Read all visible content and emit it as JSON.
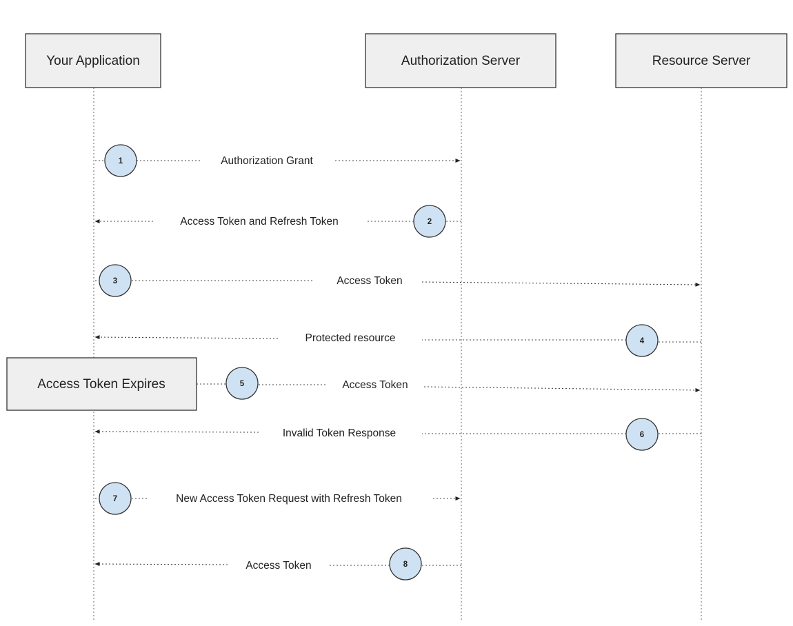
{
  "participants": {
    "app": "Your Application",
    "auth": "Authorization Server",
    "resource": "Resource Server"
  },
  "note": "Access Token Expires",
  "messages": [
    {
      "step": "1",
      "label": "Authorization Grant"
    },
    {
      "step": "2",
      "label": "Access Token and Refresh Token"
    },
    {
      "step": "3",
      "label": "Access Token"
    },
    {
      "step": "4",
      "label": "Protected resource"
    },
    {
      "step": "5",
      "label": "Access Token"
    },
    {
      "step": "6",
      "label": "Invalid Token Response"
    },
    {
      "step": "7",
      "label": "New Access Token Request with Refresh Token"
    },
    {
      "step": "8",
      "label": "Access Token"
    }
  ],
  "colors": {
    "box_fill": "#efefef",
    "circle_fill": "#cfe2f3",
    "stroke": "#333333"
  }
}
